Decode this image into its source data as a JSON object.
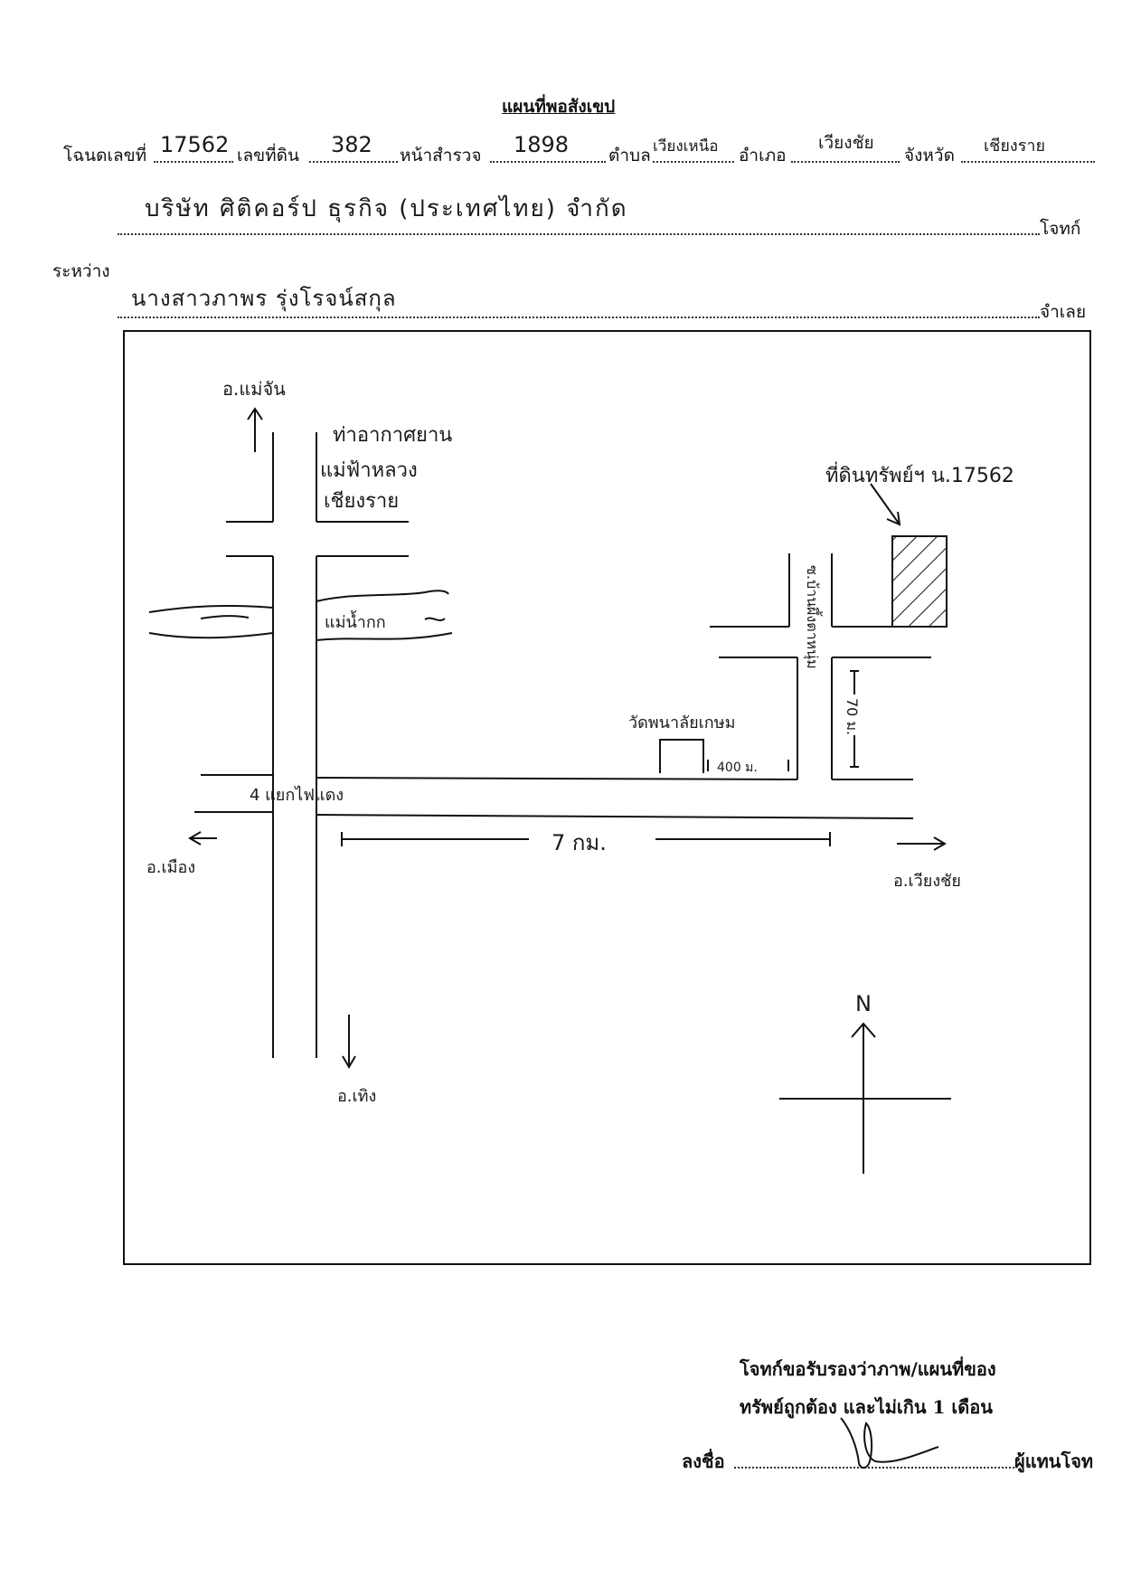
{
  "header": {
    "title": "แผนที่พอสังเขป",
    "deed_label": "โฉนดเลขที่",
    "deed_no": "17562",
    "land_no_label": "เลขที่ดิน",
    "land_no": "382",
    "survey_page_label": "หน้าสำรวจ",
    "survey_page": "1898",
    "subdistrict_label": "ตำบล",
    "subdistrict": "เวียงเหนือ",
    "district_label": "อำเภอ",
    "district": "เวียงชัย",
    "province_label": "จังหวัด",
    "province": "เชียงราย",
    "plaintiff_label": "โจทก์",
    "plaintiff": "บริษัท ศิติคอร์ป ธุรกิจ (ประเทศไทย) จำกัด",
    "between_label": "ระหว่าง",
    "defendant_label": "จำเลย",
    "defendant": "นางสาวภาพร รุ่งโรจน์สกุล"
  },
  "map": {
    "to_mae_chan": "อ.แม่จัน",
    "airport": [
      "ท่าอากาศยาน",
      "แม่ฟ้าหลวง",
      "เชียงราย"
    ],
    "property": "ที่ดินทรัพย์ฯ น.17562",
    "river": "แม่น้ำกก",
    "soi": "ซ.บ้านผึ้งตาหนุ่ม",
    "soi_dist": "70 ม.",
    "temple": "วัดพนาลัยเกษม",
    "temple_dist": "400 ม.",
    "junction": "4 แยกไฟแดง",
    "distance": "7 กม.",
    "to_mueang": "อ.เมือง",
    "to_wiang_chai": "อ.เวียงชัย",
    "to_south": "อ.เทิง",
    "north": "N"
  },
  "footer": {
    "cert_line1": "โจทก์ขอรับรองว่าภาพ/แผนที่ของ",
    "cert_line2": "ทรัพย์ถูกต้อง และไม่เกิน 1 เดือน",
    "sign_label": "ลงชื่อ",
    "sign_role": "ผู้แทนโจท"
  }
}
